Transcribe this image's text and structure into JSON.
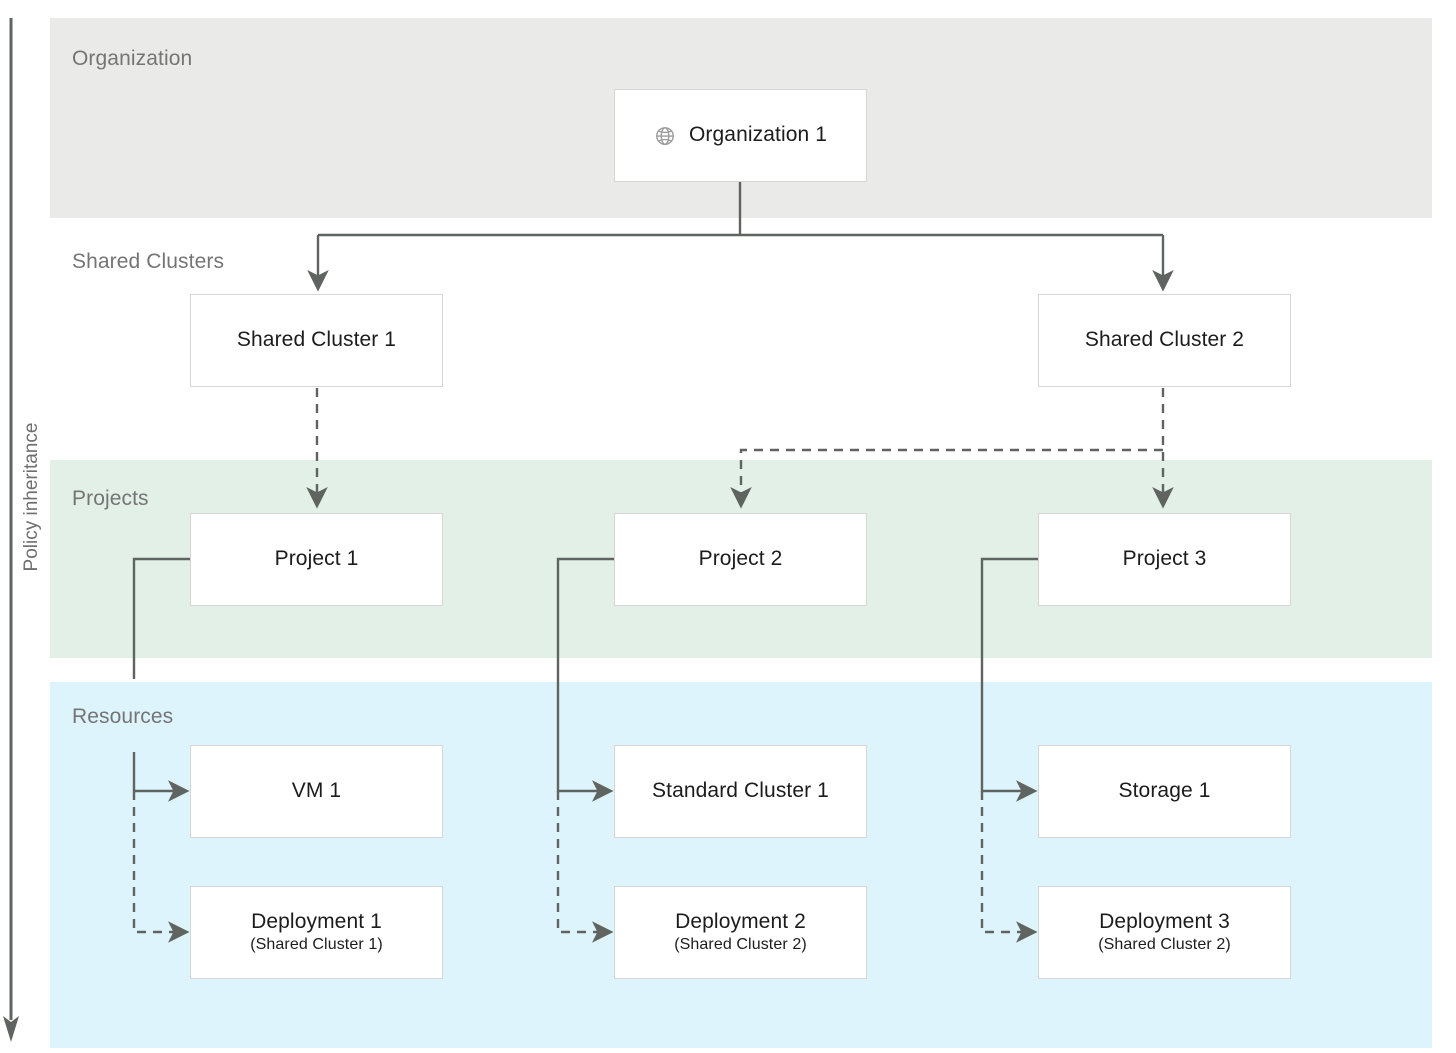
{
  "axis": {
    "label": "Policy inheritance",
    "direction": "down"
  },
  "bands": {
    "organization": {
      "label": "Organization",
      "color": "#eaeae8"
    },
    "shared_clusters": {
      "label": "Shared Clusters",
      "color": "#ffffff"
    },
    "projects": {
      "label": "Projects",
      "color": "#e2f0e7"
    },
    "resources": {
      "label": "Resources",
      "color": "#ddf4fc"
    }
  },
  "nodes": {
    "organization_1": {
      "title": "Organization 1",
      "icon": "globe-icon"
    },
    "shared_cluster_1": {
      "title": "Shared Cluster 1"
    },
    "shared_cluster_2": {
      "title": "Shared Cluster 2"
    },
    "project_1": {
      "title": "Project 1"
    },
    "project_2": {
      "title": "Project 2"
    },
    "project_3": {
      "title": "Project 3"
    },
    "vm_1": {
      "title": "VM 1"
    },
    "standard_cluster_1": {
      "title": "Standard Cluster 1"
    },
    "storage_1": {
      "title": "Storage 1"
    },
    "deployment_1": {
      "title": "Deployment 1",
      "subtitle": "(Shared Cluster 1)"
    },
    "deployment_2": {
      "title": "Deployment 2",
      "subtitle": "(Shared Cluster 2)"
    },
    "deployment_3": {
      "title": "Deployment 3",
      "subtitle": "(Shared Cluster 2)"
    }
  },
  "edges": [
    {
      "from": "organization_1",
      "to": "shared_cluster_1",
      "style": "solid"
    },
    {
      "from": "organization_1",
      "to": "shared_cluster_2",
      "style": "solid"
    },
    {
      "from": "shared_cluster_1",
      "to": "project_1",
      "style": "dashed"
    },
    {
      "from": "shared_cluster_2",
      "to": "project_2",
      "style": "dashed"
    },
    {
      "from": "shared_cluster_2",
      "to": "project_3",
      "style": "dashed"
    },
    {
      "from": "project_1",
      "to": "vm_1",
      "style": "solid"
    },
    {
      "from": "project_1",
      "to": "deployment_1",
      "style": "dashed"
    },
    {
      "from": "project_2",
      "to": "standard_cluster_1",
      "style": "solid"
    },
    {
      "from": "project_2",
      "to": "deployment_2",
      "style": "dashed"
    },
    {
      "from": "project_3",
      "to": "storage_1",
      "style": "solid"
    },
    {
      "from": "project_3",
      "to": "deployment_3",
      "style": "dashed"
    }
  ],
  "colors": {
    "line": "#5f6461",
    "box_border": "#d8d6d4",
    "band_label_text": "#757575",
    "node_text": "#1c1c1c"
  }
}
